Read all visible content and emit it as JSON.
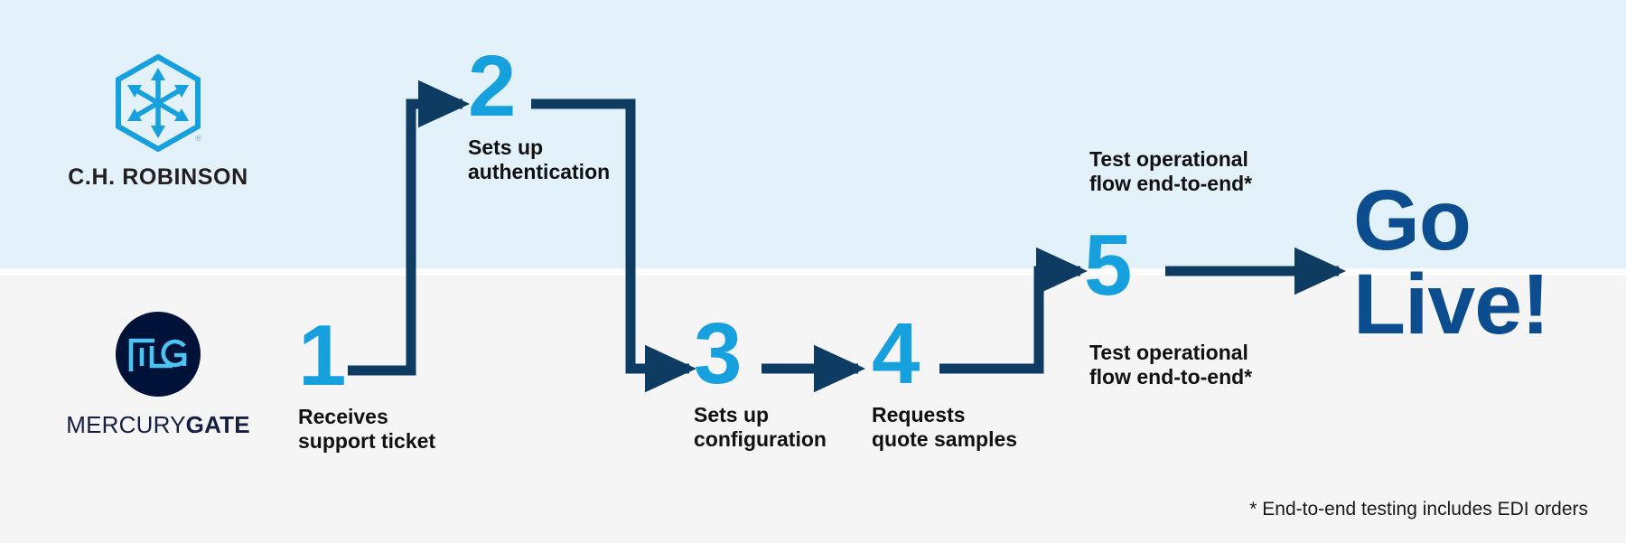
{
  "theme": {
    "band_top_color": "#e2f1fa",
    "band_bottom_color": "#f5f5f5",
    "number_color": "#16a0dd",
    "connector_color": "#0d3b61",
    "golive_color": "#0b4d8f",
    "label_color": "#111111",
    "mercurygate_navy": "#001238",
    "mercurygate_accent": "#4cc3f0"
  },
  "lanes": [
    {
      "id": "lane-chrobinson",
      "owner": "C.H. ROBINSON"
    },
    {
      "id": "lane-mercurygate",
      "owner": "MERCURYGATE"
    }
  ],
  "logos": {
    "chrobinson": {
      "icon": "hexagon-arrows-icon",
      "wordmark": "C.H. ROBINSON",
      "registered_mark": "®"
    },
    "mercurygate": {
      "icon": "mg-monogram-icon",
      "wordmark_light": "MERCURY",
      "wordmark_bold": "GATE"
    }
  },
  "steps": [
    {
      "number": "1",
      "label": "Receives\nsupport ticket",
      "lane": "mercurygate"
    },
    {
      "number": "2",
      "label": "Sets up\nauthentication",
      "lane": "chrobinson"
    },
    {
      "number": "3",
      "label": "Sets up\nconfiguration",
      "lane": "mercurygate"
    },
    {
      "number": "4",
      "label": "Requests\nquote samples",
      "lane": "mercurygate"
    },
    {
      "number": "5",
      "label": "",
      "lane": "both"
    }
  ],
  "notes": {
    "top": "Test operational\nflow end-to-end*",
    "bottom": "Test operational\nflow end-to-end*"
  },
  "golive": {
    "text": "Go\nLive!"
  },
  "footnote": {
    "text": "* End-to-end testing includes EDI orders"
  }
}
